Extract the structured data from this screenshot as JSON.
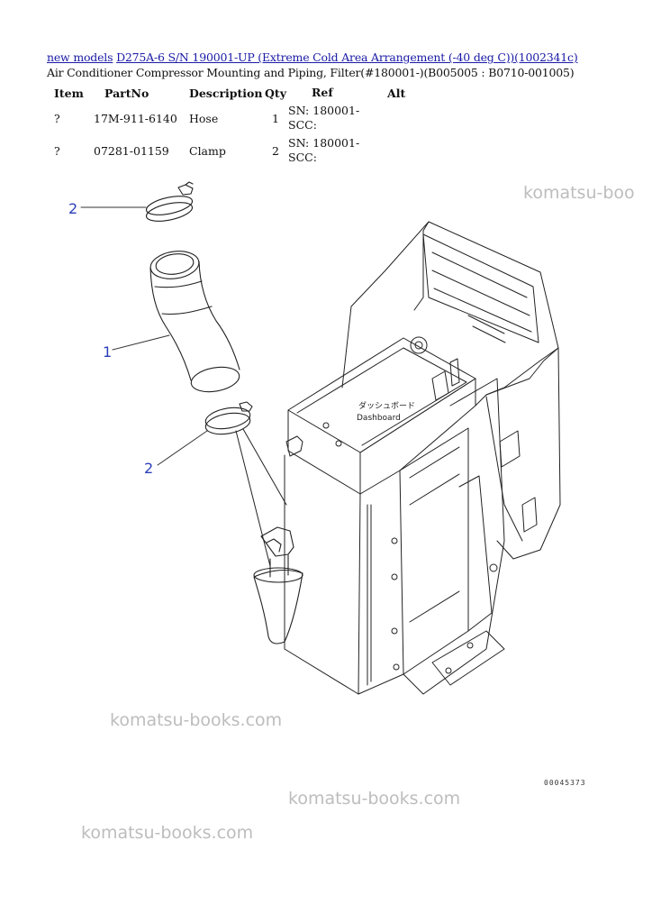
{
  "breadcrumb": {
    "link1": "new models",
    "link2": "D275A-6 S/N 190001-UP (Extreme Cold Area Arrangement (-40 deg C))(1002341c)"
  },
  "subtitle": "Air Conditioner Compressor Mounting and Piping, Filter(#180001-)(B005005 : B0710-001005)",
  "table": {
    "headers": [
      "Item",
      "PartNo",
      "Description",
      "Qty",
      "Ref",
      "Alt"
    ],
    "rows": [
      {
        "item": "?",
        "partno": "17M-911-6140",
        "description": "Hose",
        "qty": "1",
        "ref_line1": "SN: 180001-",
        "ref_line2": "SCC:",
        "alt": ""
      },
      {
        "item": "?",
        "partno": "07281-01159",
        "description": "Clamp",
        "qty": "2",
        "ref_line1": "SN: 180001-",
        "ref_line2": "SCC:",
        "alt": ""
      }
    ]
  },
  "drawing": {
    "callouts": [
      "2",
      "1",
      "2"
    ],
    "dashboard_label_jp": "ダッシュボード",
    "dashboard_label_en": "Dashboard",
    "figure_number": "00045373"
  },
  "watermarks": [
    "komatsu-boo",
    "komatsu-books.com",
    "komatsu-books.com",
    "komatsu-books.com"
  ]
}
